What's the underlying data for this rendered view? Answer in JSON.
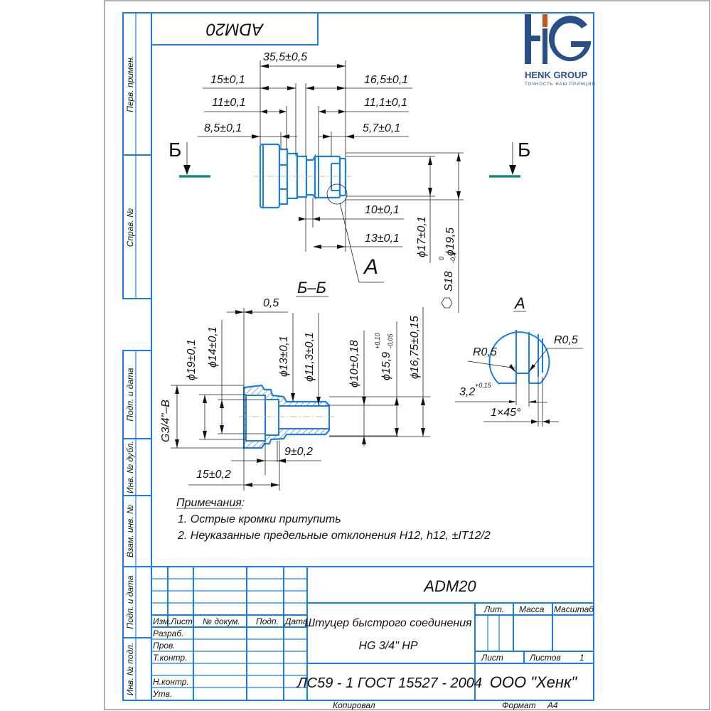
{
  "logo": {
    "letters": "HG",
    "name": "HENK GROUP",
    "slogan": "ТОЧНОСТЬ НАШ ПРИНЦИП",
    "color_primary": "#2a4f86",
    "color_accent": "#c4551d"
  },
  "top_code": "ADM20",
  "side_stamp": [
    "Перв. примен.",
    "Справ. №",
    "Подп. и дата",
    "Инв. № дубл.",
    "Взам. инв. №",
    "Подп. и дата",
    "Инв. № подл."
  ],
  "main_view": {
    "section_mark": "Б",
    "detail_mark": "А",
    "dims": {
      "overall": "35,5±0,5",
      "d15": "15±0,1",
      "d11": "11±0,1",
      "d8_5": "8,5±0,1",
      "d16_5": "16,5±0,1",
      "d11_1": "11,1±0,1",
      "d5_7": "5,7±0,1",
      "d10": "10±0,1",
      "d13": "13±0,1",
      "dia17": "ϕ17±0,1",
      "dia19_5": "ϕ19,5",
      "hex": "S18",
      "hex_tol_upper": "0",
      "hex_tol_lower": "-0,2"
    }
  },
  "section_view": {
    "title": "Б–Б",
    "dims": {
      "chamfer": "0,5",
      "dia19": "ϕ19±0,1",
      "dia14": "ϕ14±0,1",
      "dia13": "ϕ13±0,1",
      "dia11_3": "ϕ11,3±0,1",
      "dia10": "ϕ10±0,18",
      "dia15_9": "ϕ15,9",
      "dia15_9_upper": "+0,10",
      "dia15_9_lower": "-0,05",
      "dia16_75": "ϕ16,75±0,15",
      "thread": "G3/4\"–B",
      "len9": "9±0,2",
      "len15": "15±0,2"
    }
  },
  "detail_view": {
    "title": "А",
    "r1": "R0,5",
    "r2": "R0,5",
    "width": "3,2",
    "width_tol": "+0,15",
    "chamfer": "1×45°"
  },
  "notes": {
    "title": "Примечания:",
    "items": [
      "1. Острые кромки притупить",
      "2. Неуказанные предельные отклонения H12, h12, ±IT12/2"
    ]
  },
  "title_block": {
    "designation": "ADM20",
    "headers": [
      "Изм.",
      "Лист",
      "№ докум.",
      "Подп.",
      "Дата"
    ],
    "roles": [
      "Разраб.",
      "Пров.",
      "Т.контр.",
      "Н.контр.",
      "Утв."
    ],
    "name_line1": "Штуцер быстрого соединения",
    "name_line2": "HG 3/4\" HP",
    "lit_label": "Лит.",
    "mass_label": "Масса",
    "scale_label": "Масштаб",
    "sheet_label": "Лист",
    "sheets_label": "Листов",
    "sheets_value": "1",
    "material": "ЛС59 - 1 ГОСТ 15527 - 2004",
    "company": "ООО \"Хенк\"",
    "copied_label": "Копировал",
    "format_label": "Формат",
    "format_value": "A4"
  }
}
